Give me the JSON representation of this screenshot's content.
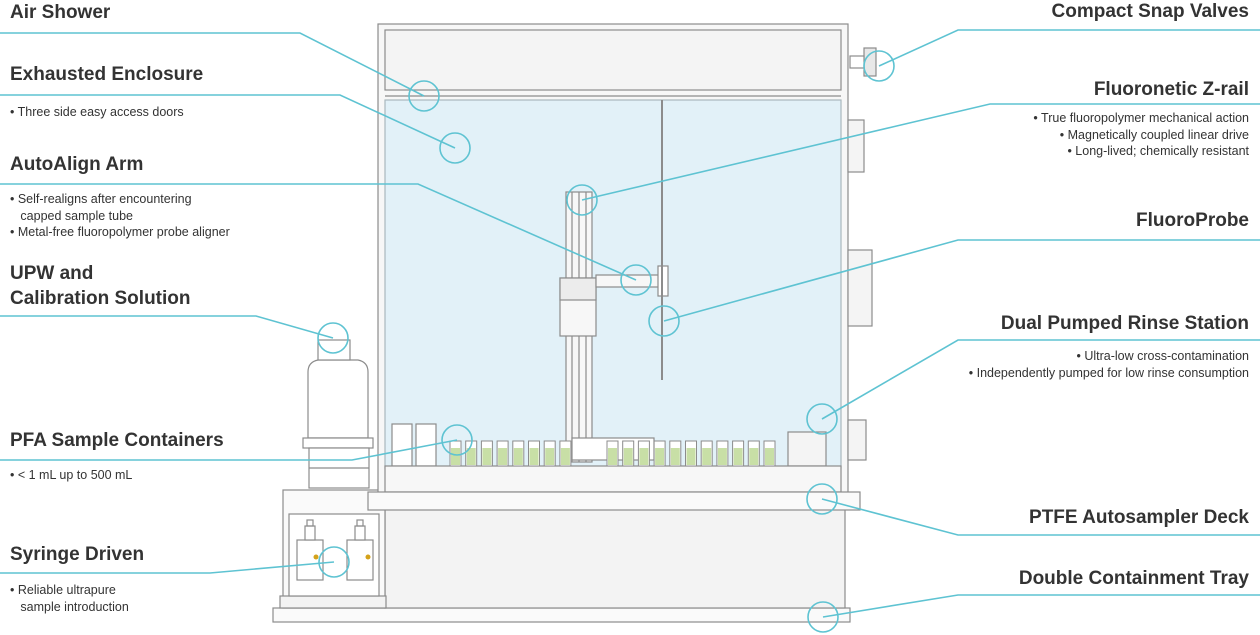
{
  "colors": {
    "leader": "#5ec3d2",
    "outline": "#8c8c8c",
    "glass": "#e2f1f8",
    "liquid": "#c8dfa6",
    "text": "#333333"
  },
  "callouts_left": [
    {
      "key": "air-shower",
      "title": [
        "Air Shower"
      ],
      "bullets": []
    },
    {
      "key": "exhausted-enclosure",
      "title": [
        "Exhausted Enclosure"
      ],
      "bullets": [
        "• Three side easy access doors"
      ]
    },
    {
      "key": "autoalign-arm",
      "title": [
        "AutoAlign Arm"
      ],
      "bullets": [
        "• Self-realigns after encountering",
        "   capped sample tube",
        "• Metal-free fluoropolymer probe aligner"
      ]
    },
    {
      "key": "upw-calibration",
      "title": [
        "UPW and",
        "Calibration Solution"
      ],
      "bullets": []
    },
    {
      "key": "pfa-sample-containers",
      "title": [
        "PFA Sample Containers"
      ],
      "bullets": [
        "• < 1 mL up to 500 mL"
      ]
    },
    {
      "key": "syringe-driven",
      "title": [
        "Syringe Driven"
      ],
      "bullets": [
        "• Reliable ultrapure",
        "   sample introduction"
      ]
    }
  ],
  "callouts_right": [
    {
      "key": "compact-snap-valves",
      "title": [
        "Compact Snap Valves"
      ],
      "bullets": []
    },
    {
      "key": "fluoronetic-z-rail",
      "title": [
        "Fluoronetic Z-rail"
      ],
      "bullets": [
        "• True fluoropolymer mechanical action",
        "• Magnetically coupled linear drive",
        "• Long-lived; chemically resistant"
      ]
    },
    {
      "key": "fluoroprobe",
      "title": [
        "FluoroProbe"
      ],
      "bullets": []
    },
    {
      "key": "dual-pumped-rinse-station",
      "title": [
        "Dual Pumped Rinse Station"
      ],
      "bullets": [
        "• Ultra-low cross-contamination",
        "• Independently pumped for low rinse consumption"
      ]
    },
    {
      "key": "ptfe-autosampler-deck",
      "title": [
        "PTFE Autosampler Deck"
      ],
      "bullets": []
    },
    {
      "key": "double-containment-tray",
      "title": [
        "Double Containment Tray"
      ],
      "bullets": []
    }
  ]
}
